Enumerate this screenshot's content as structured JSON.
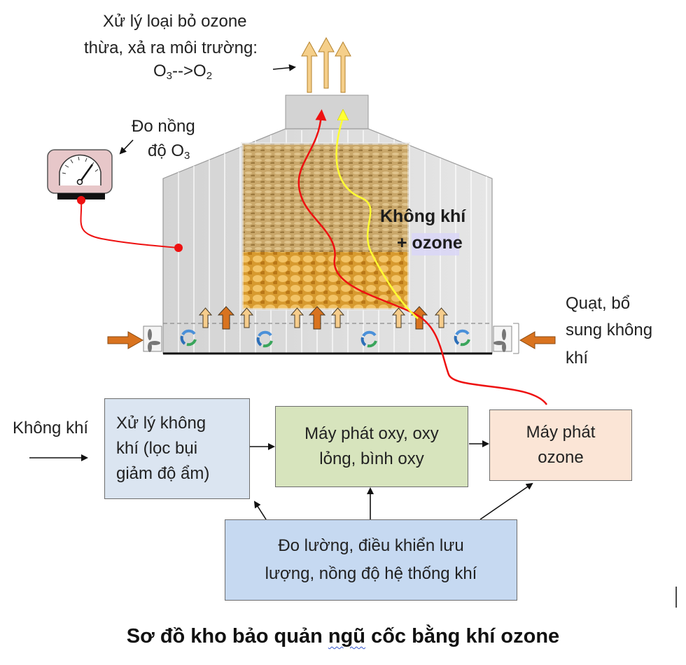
{
  "labels": {
    "exhaust_line1": "Xử lý loại bỏ ozone",
    "exhaust_line2": "thừa, xả ra môi trường:",
    "exhaust_formula_o": "O",
    "exhaust_formula_sub3": "3",
    "exhaust_formula_arrow": "-->",
    "exhaust_formula_o2": "O",
    "exhaust_formula_sub2": "2",
    "meter_line1": "Đo nồng",
    "meter_line2": "độ O",
    "meter_sub": "3",
    "grain_line1": "Không khí",
    "grain_line2": "+ ozone",
    "fan_line1": "Quạt, bổ",
    "fan_line2": "sung không",
    "fan_line3": "khí",
    "air_in": "Không khí"
  },
  "boxes": {
    "air_treatment": {
      "line1": "Xử lý không",
      "line2": "khí (lọc bụi",
      "line3": "giảm độ ẩm)"
    },
    "oxygen_generator": {
      "line1": "Máy phát oxy, oxy",
      "line2": "lỏng, bình oxy"
    },
    "ozone_generator": {
      "line1": "Máy phát",
      "line2": "ozone"
    },
    "control": {
      "line1": "Đo lường, điều khiển lưu",
      "line2": "lượng, nồng độ hệ thống khí"
    }
  },
  "title": {
    "before": "Sơ đồ kho bảo quản ",
    "word1": "ngũ",
    "between": " ",
    "word2": "cốc",
    "after": " bằng khí ozone"
  },
  "colors": {
    "air_box": "#dbe5f1",
    "oxygen_box": "#d7e4bd",
    "ozone_box": "#fbe5d6",
    "control_box": "#c6d9f1",
    "ozone_flow": "#ee1111",
    "air_flow": "#ffff33",
    "exhaust_arrow": "#f5cf8a",
    "fan_arrow": "#d9731f"
  }
}
